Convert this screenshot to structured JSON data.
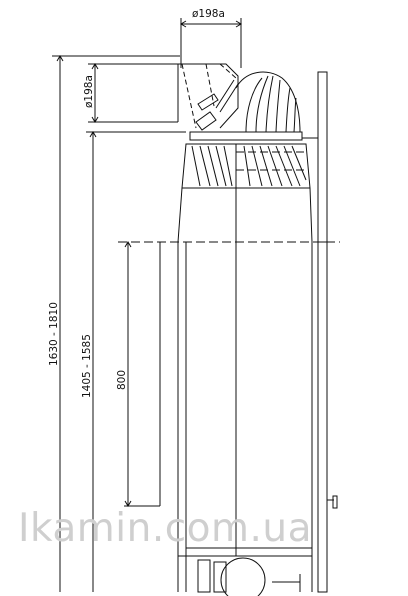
{
  "dimensions": {
    "pipe_top": "ø198a",
    "pipe_side": "ø198a",
    "total_height": "1630 - 1810",
    "body_height": "1405 - 1585",
    "glass_height": "800"
  },
  "watermark": "Ikamin.com.ua",
  "colors": {
    "line": "#111111",
    "background": "#ffffff",
    "watermark": "#cfcfcf"
  }
}
